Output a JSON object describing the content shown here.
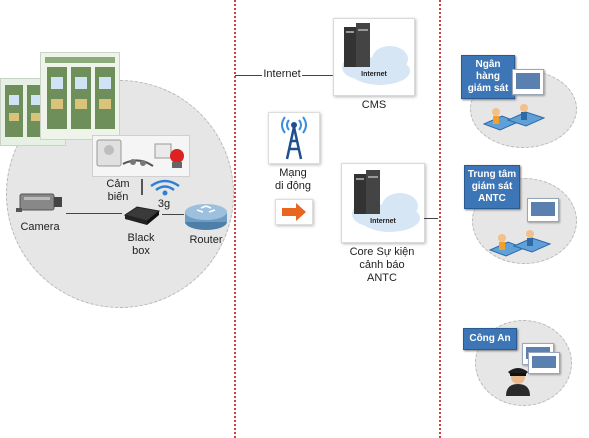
{
  "labels": {
    "internet": "Internet",
    "cms": "CMS",
    "cloud_text_top": "Internet",
    "cloud_text_bottom": "Internet",
    "mobile_network": "Mạng\ndi động",
    "core_events": "Core Sự kiện\ncảnh báo\nANTC",
    "sensor": "Cảm\nbiến",
    "three_g": "3g",
    "black_box": "Black\nbox",
    "router": "Router",
    "camera": "Camera"
  },
  "boxes": {
    "bank": "Ngân\nhàng\ngiám sát",
    "center": "Trung tâm\ngiám sát\nANTC",
    "police": "Công An"
  },
  "colors": {
    "divider": "#d04040",
    "box_blue": "#3c76b6",
    "arrow": "#e8661f",
    "circle": "#e6e6e6"
  }
}
